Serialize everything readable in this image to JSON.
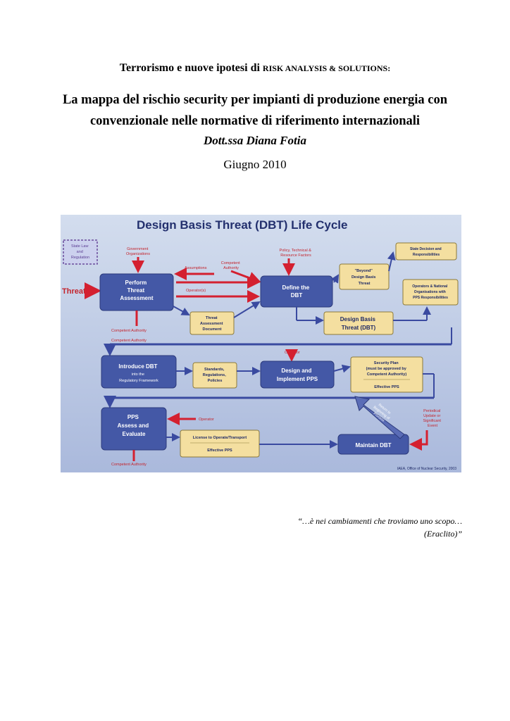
{
  "header": {
    "line1_main": "Terrorismo e nuove ipotesi di",
    "line1_small": "RISK ANALYSIS & SOLUTIONS:",
    "title_line1": "La mappa del rischio security per impianti di produzione energia con",
    "title_line2": "convenzionale nelle normative di riferimento internazionali",
    "author": "Dott.ssa Diana Fotia",
    "date": "Giugno 2010"
  },
  "figure": {
    "title": "Design Basis Threat (DBT) Life Cycle",
    "state_law": [
      "State Law",
      "and",
      "Regulation"
    ],
    "government": [
      "Government",
      "Organizations"
    ],
    "assumptions": "Assumptions",
    "competent_authority_top": [
      "Competent",
      "Authority"
    ],
    "policy": [
      "Policy, Technical &",
      "Resource Factors"
    ],
    "threat": "Threat",
    "perform": [
      "Perform",
      "Threat",
      "Assessment"
    ],
    "operators": "Operator(s)",
    "define": [
      "Define the",
      "DBT"
    ],
    "beyond": [
      "\"Beyond\"",
      "Design Basis",
      "Threat"
    ],
    "state_decision": [
      "State Decision and",
      "Responsibilities"
    ],
    "operators_national": [
      "Operators & National",
      "Organisations with",
      "PPS Responsibilities"
    ],
    "tad": [
      "Threat",
      "Assessment",
      "Document"
    ],
    "design_basis": [
      "Design Basis",
      "Threat (DBT)"
    ],
    "competent_authority_1": "Competent Authority",
    "competent_authority_2": "Competent Authority",
    "introduce": [
      "Introduce DBT",
      "into the",
      "Regulatory Framework"
    ],
    "standards": [
      "Standards,",
      "Regulations,",
      "Policies"
    ],
    "operator_mid": "Operator",
    "design_impl": [
      "Design and",
      "Implement PPS"
    ],
    "security_plan": [
      "Security Plan",
      "(must be approved by",
      "Competent Authority)"
    ],
    "effective_pps_1": "Effective PPS",
    "pps": [
      "PPS",
      "Assess and",
      "Evaluate"
    ],
    "operator_low": "Operator",
    "license": "License to Operate/Transport",
    "effective_pps_2": "Effective PPS",
    "maintain": "Maintain DBT",
    "return": [
      "Return to",
      "Beginning of",
      "Process"
    ],
    "periodical": [
      "Periodical",
      "Update or",
      "Significant",
      "Event"
    ],
    "competent_authority_bottom": "Competent Authority",
    "credit": "IAEA, Office of Nuclear Security, 2003"
  },
  "quote": {
    "line1": "“…è nei cambiamenti che troviamo uno scopo…",
    "line2": "(Eraclito)”"
  }
}
